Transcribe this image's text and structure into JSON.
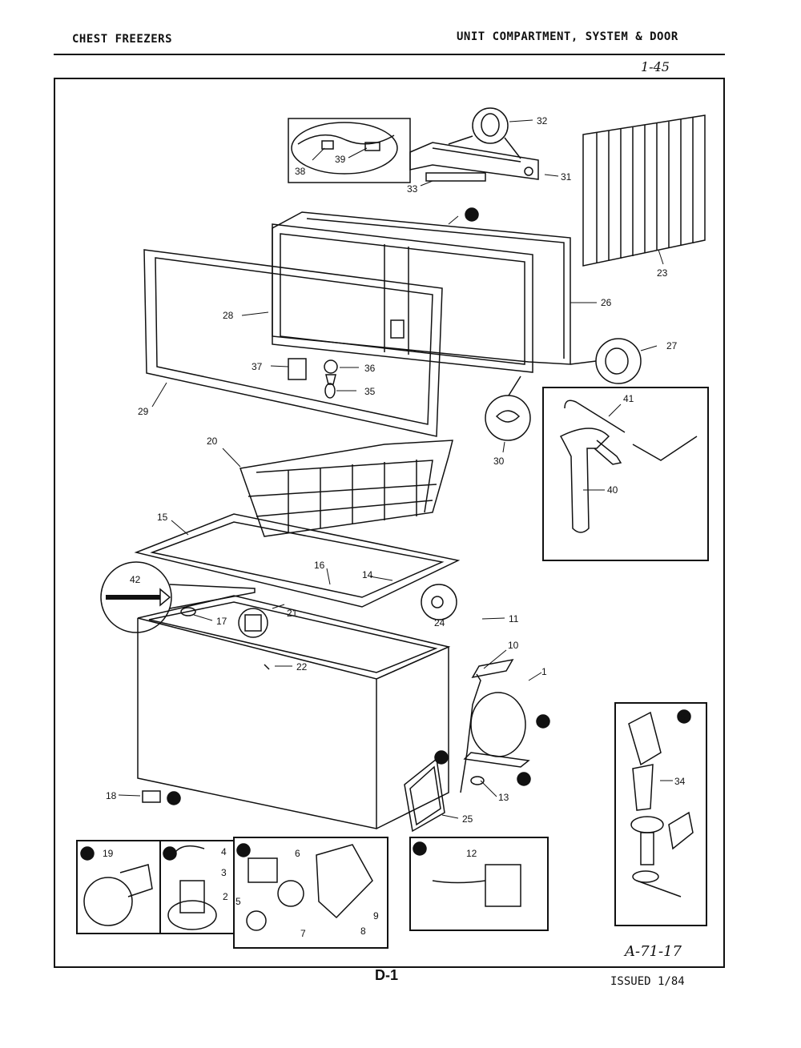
{
  "header": {
    "left_title": "CHEST FREEZERS",
    "right_title": "UNIT COMPARTMENT, SYSTEM & DOOR",
    "handwritten_ref": "1-45"
  },
  "footer": {
    "page_label": "D-1",
    "issued": "ISSUED 1/84",
    "diagram_code": "A-71-17"
  },
  "callouts": {
    "c1": "1",
    "c2": "2",
    "c3": "3",
    "c4": "4",
    "c5": "5",
    "c6": "6",
    "c7": "7",
    "c8": "8",
    "c9": "9",
    "c10": "10",
    "c11": "11",
    "c12": "12",
    "c13": "13",
    "c14": "14",
    "c15": "15",
    "c16": "16",
    "c17": "17",
    "c18": "18",
    "c19": "19",
    "c20": "20",
    "c21": "21",
    "c22": "22",
    "c23": "23",
    "c24": "24",
    "c25": "25",
    "c26": "26",
    "c27": "27",
    "c28": "28",
    "c29": "29",
    "c30": "30",
    "c31": "31",
    "c32": "32",
    "c33": "33",
    "c34": "34",
    "c35": "35",
    "c36": "36",
    "c37": "37",
    "c38": "38",
    "c39": "39",
    "c40": "40",
    "c41": "41",
    "c42": "42"
  },
  "inset_markers": {
    "m1": "1",
    "m2": "2",
    "m3": "3",
    "m4": "4",
    "m5": "5"
  },
  "colors": {
    "ink": "#111111",
    "paper": "#ffffff"
  }
}
